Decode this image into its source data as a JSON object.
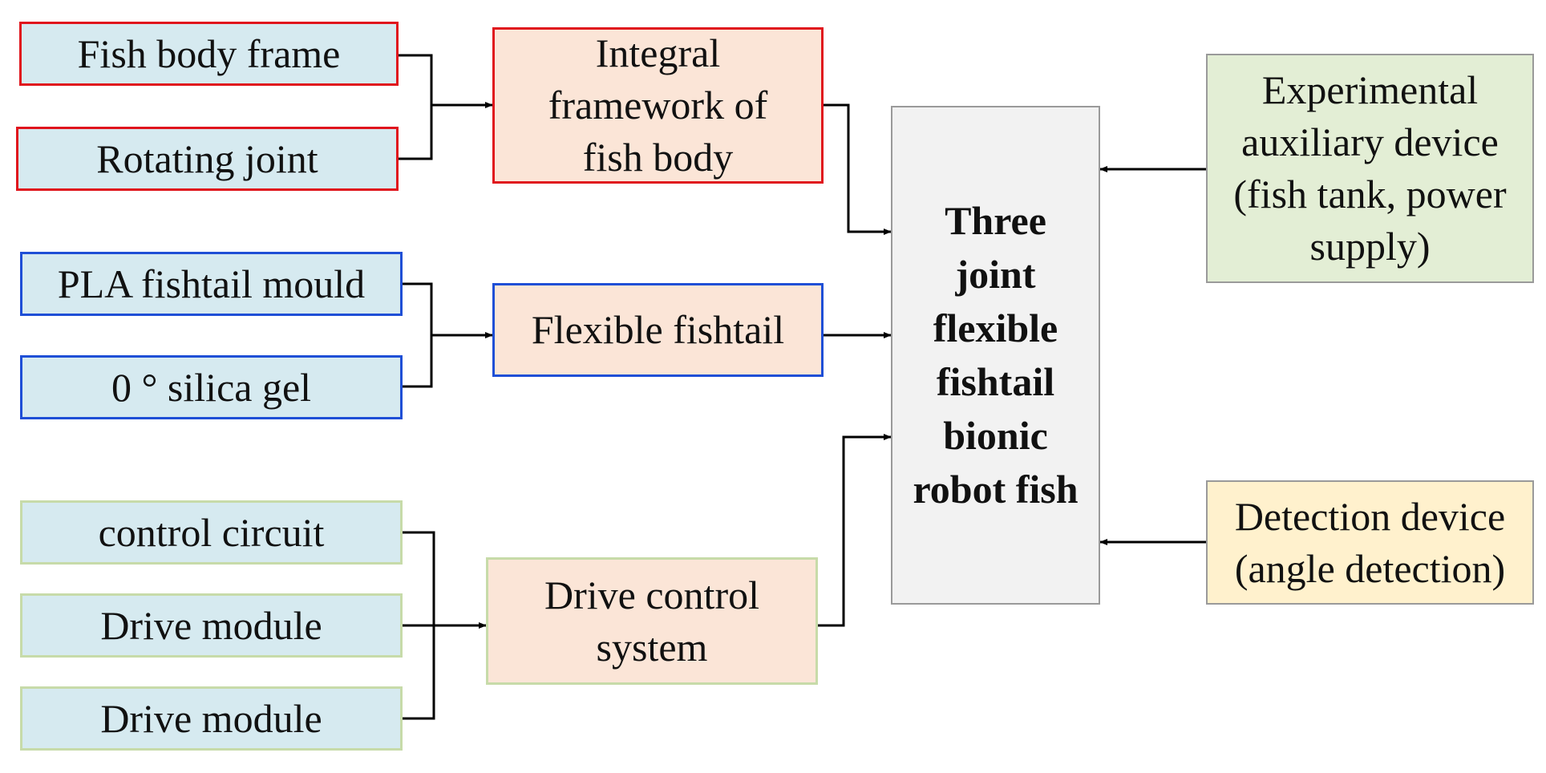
{
  "inputs": {
    "fish_body_frame": "Fish body frame",
    "rotating_joint": "Rotating joint",
    "pla_mould": "PLA fishtail mould",
    "silica_gel": "0 ° silica gel",
    "control_circuit": "control circuit",
    "drive_module_1": "Drive module",
    "drive_module_2": "Drive module"
  },
  "subsystems": {
    "integral_framework": [
      "Integral",
      "framework of",
      "fish body"
    ],
    "flexible_fishtail": "Flexible fishtail",
    "drive_control": [
      "Drive control",
      "system"
    ]
  },
  "center": [
    "Three",
    "joint",
    "flexible",
    "fishtail",
    "bionic",
    "robot fish"
  ],
  "auxiliary": {
    "experimental": [
      "Experimental",
      "auxiliary device",
      "(fish tank, power",
      "supply)"
    ],
    "detection": [
      "Detection device",
      "(angle detection)"
    ]
  },
  "colors": {
    "red_border": "#e0151d",
    "blue_border": "#1f4fd6",
    "green_border": "#c7dba9",
    "input_fill": "#d6eaf0",
    "subsystem_fill": "#fbe5d7",
    "center_fill": "#f2f2f2",
    "experimental_fill": "#e3eed5",
    "detection_fill": "#fff1cd"
  }
}
